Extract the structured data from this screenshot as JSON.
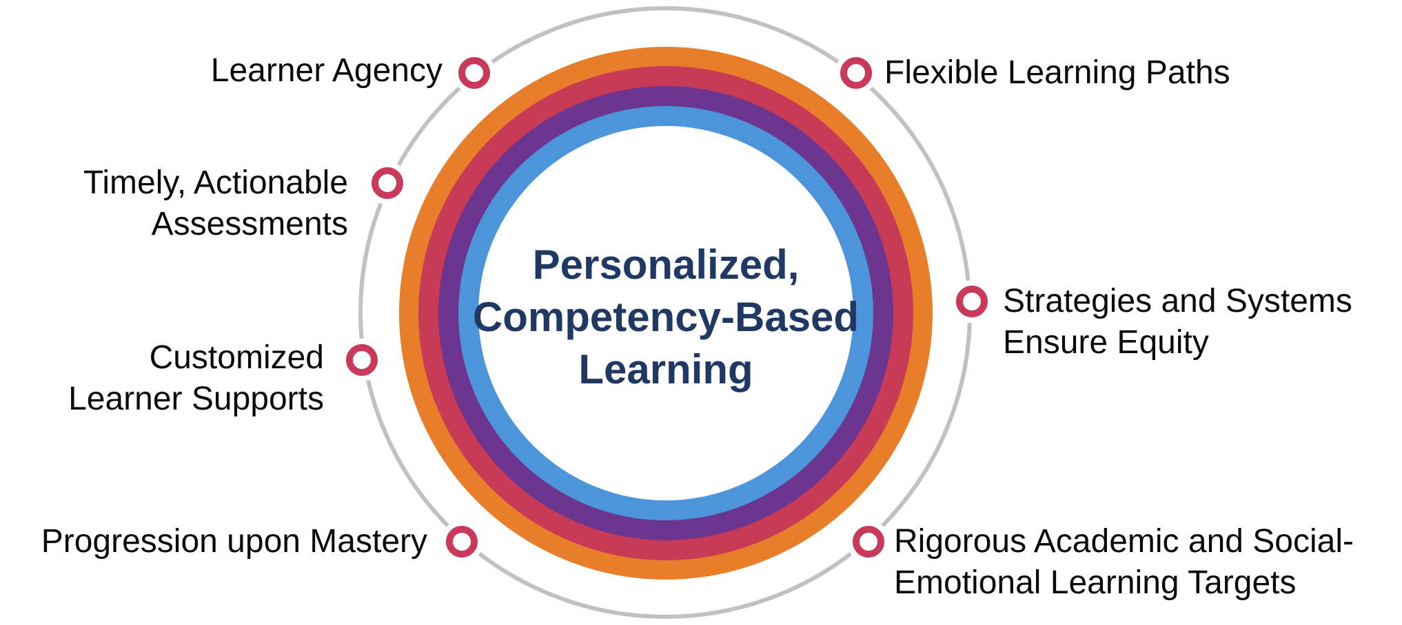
{
  "diagram": {
    "center": {
      "line1": "Personalized,",
      "line2": "Competency-Based",
      "line3": "Learning",
      "text_color": "#1f3864"
    },
    "rings": {
      "orange": "#e87e2a",
      "crimson": "#c83a56",
      "purple": "#6b3590",
      "blue": "#4c95db",
      "core": "#ffffff"
    },
    "orbit": {
      "line_color": "#c1c1c1",
      "marker_ring_color": "#c9395a",
      "marker_fill": "#ffffff"
    },
    "items": [
      {
        "id": "learner-agency",
        "lines": [
          "Learner Agency"
        ]
      },
      {
        "id": "flexible-learning-paths",
        "lines": [
          "Flexible Learning Paths"
        ]
      },
      {
        "id": "timely-actionable-assessments",
        "lines": [
          "Timely, Actionable",
          "Assessments"
        ]
      },
      {
        "id": "strategies-systems-equity",
        "lines": [
          "Strategies and Systems",
          "Ensure Equity"
        ]
      },
      {
        "id": "customized-learner-supports",
        "lines": [
          "Customized",
          "Learner Supports"
        ]
      },
      {
        "id": "progression-upon-mastery",
        "lines": [
          "Progression upon Mastery"
        ]
      },
      {
        "id": "rigorous-academic-sel-targets",
        "lines": [
          "Rigorous Academic and Social-",
          "Emotional Learning Targets"
        ]
      }
    ],
    "label_text_color": "#0a0a0a"
  }
}
